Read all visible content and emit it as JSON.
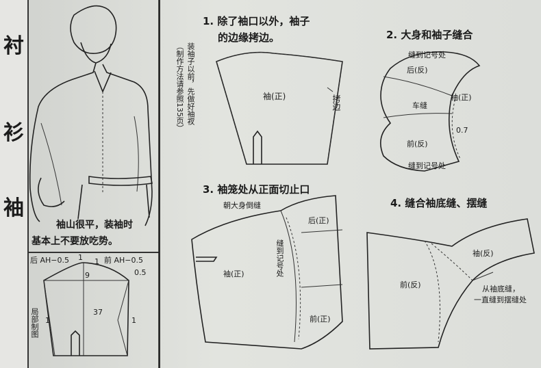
{
  "sidebar": {
    "chars": [
      "衬",
      "衫",
      "袖"
    ]
  },
  "illustration": {
    "caption_line1": "袖山很平，装袖时",
    "caption_line2": "基本上不要放吃势。"
  },
  "pattern": {
    "back_ah": "后 AH−0.5",
    "front_ah": "前 AH−0.5",
    "top1": "1",
    "top2": "1",
    "cap_height": "9",
    "right_05": "0.5",
    "length": "37",
    "left_1": "1",
    "right_1": "1",
    "local_draft": "局部制图"
  },
  "note": {
    "text1": "装袖子以前，先做好袖衩",
    "text2": "（制作方法请参照135页）"
  },
  "step1": {
    "title_line1": "1. 除了袖口以外，袖子",
    "title_line2": "的边缘拷边。",
    "sleeve_label": "袖(正)",
    "overlock": "拷边"
  },
  "step2": {
    "title": "2. 大身和袖子缝合",
    "notch_top": "缝到记号处",
    "back_rev": "后(反)",
    "sleeve_face": "袖(正)",
    "stitch": "车缝",
    "measure": "0.7",
    "front_rev": "前(反)",
    "notch_bottom": "缝到记号处"
  },
  "step3": {
    "title": "3. 袖笼处从正面切止口",
    "fold_note": "朝大身倒缝",
    "back_face": "后(正)",
    "sew_to_mark": "缝到记号处",
    "sleeve_face": "袖(正)",
    "front_face": "前(正)"
  },
  "step4": {
    "title": "4. 缝合袖底缝、摆缝",
    "sleeve_rev": "袖(反)",
    "front_rev": "前(反)",
    "seam_note1": "从袖底缝，",
    "seam_note2": "一直缝到摆缝处"
  }
}
